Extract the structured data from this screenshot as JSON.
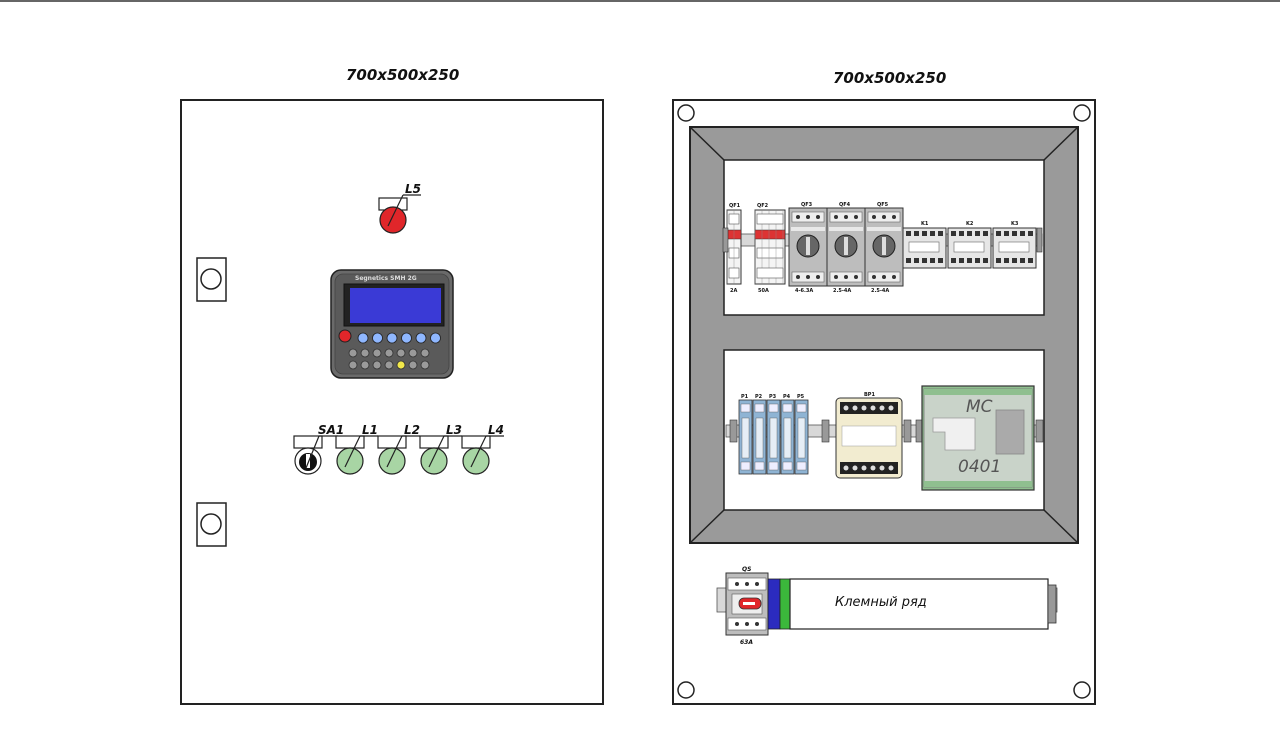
{
  "cabinets": {
    "left": {
      "dimension": "700x500x250"
    },
    "right": {
      "dimension": "700x500x250"
    }
  },
  "front_panel": {
    "lamp_top": "L5",
    "hmi_brand": "Segnetics SMH 2G",
    "switch": "SA1",
    "lamps": [
      "L1",
      "L2",
      "L3",
      "L4"
    ]
  },
  "din_top": {
    "breakers": [
      {
        "id": "QF1",
        "rating": "2A"
      },
      {
        "id": "QF2",
        "rating": "50A"
      }
    ],
    "motor_protectors": [
      {
        "id": "QF3",
        "rating": "4-6.3A"
      },
      {
        "id": "QF4",
        "rating": "2.5-4A"
      },
      {
        "id": "QF5",
        "rating": "2.5-4A"
      }
    ],
    "contactors": [
      "K1",
      "K2",
      "K3"
    ]
  },
  "din_bottom": {
    "relays": [
      "P1",
      "P2",
      "P3",
      "P4",
      "P5"
    ],
    "power_supply": "BP1",
    "controller_line1": "MC",
    "controller_line2": "0401"
  },
  "bottom_rail": {
    "switch_id": "QS",
    "switch_rating": "63A",
    "terminal_label": "Клемный ряд"
  },
  "colors": {
    "lamp_red": "#e0262a",
    "lamp_green": "#a8d5a4",
    "hmi_screen": "#3a3ad6",
    "hmi_button_blue": "#8fb7ff",
    "hmi_button_yellow": "#f2e84a",
    "frame_gray": "#9a9a9a",
    "controller_green": "#8fbf8f",
    "relay_blue": "#8fb4d4"
  }
}
